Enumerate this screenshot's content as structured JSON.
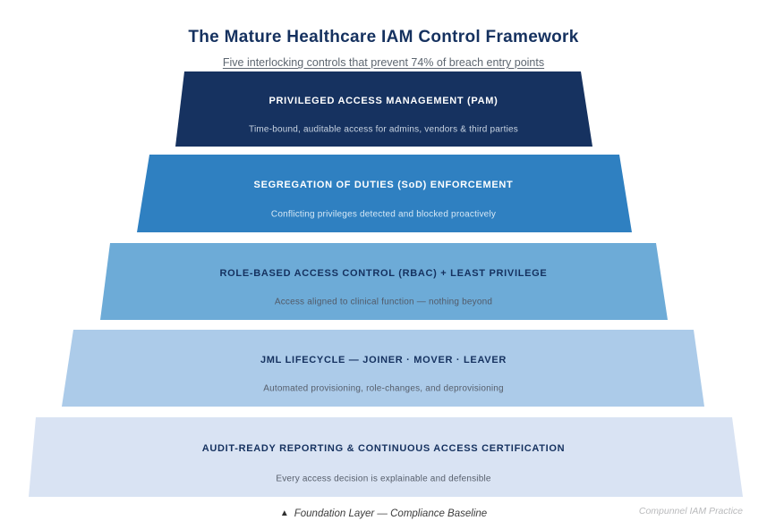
{
  "header": {
    "title": "The Mature Healthcare IAM Control Framework",
    "subtitle": "Five interlocking controls that prevent 74% of breach entry points"
  },
  "pyramid": {
    "layers": [
      {
        "title": "PRIVILEGED ACCESS MANAGEMENT (PAM)",
        "subtitle": "Time-bound, auditable access for admins, vendors & third parties",
        "bg": "#163260",
        "title_color": "#ffffff",
        "subtitle_color": "#c9d4e2"
      },
      {
        "title": "SEGREGATION OF DUTIES (SoD) ENFORCEMENT",
        "subtitle": "Conflicting privileges detected and blocked proactively",
        "bg": "#2f80c1",
        "title_color": "#ffffff",
        "subtitle_color": "#d6e8f6"
      },
      {
        "title": "ROLE-BASED ACCESS CONTROL (RBAC) + LEAST PRIVILEGE",
        "subtitle": "Access aligned to clinical function — nothing beyond",
        "bg": "#6dabd7",
        "title_color": "#15315f",
        "subtitle_color": "#525a68"
      },
      {
        "title": "JML LIFECYCLE — JOINER · MOVER · LEAVER",
        "subtitle": "Automated provisioning, role-changes, and deprovisioning",
        "bg": "#accbe9",
        "title_color": "#15315f",
        "subtitle_color": "#565e6b"
      },
      {
        "title": "AUDIT-READY REPORTING & CONTINUOUS ACCESS CERTIFICATION",
        "subtitle": "Every access decision is explainable and defensible",
        "bg": "#d9e3f3",
        "title_color": "#15315f",
        "subtitle_color": "#565e6b"
      }
    ]
  },
  "footer": {
    "marker_icon": "▲",
    "caption": "Foundation Layer — Compliance Baseline",
    "credit": "Compunnel IAM Practice"
  },
  "colors": {
    "background": "#ffffff",
    "heading": "#15315f",
    "subheading": "#5d6670",
    "footer_caption": "#3c3c3c",
    "footer_credit": "#b9babc"
  }
}
